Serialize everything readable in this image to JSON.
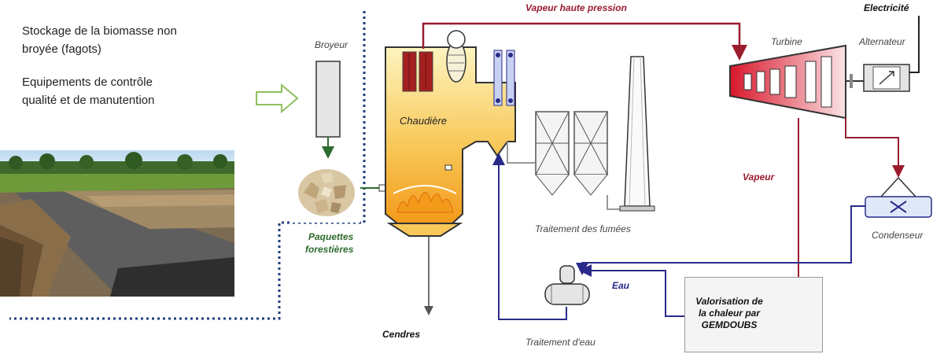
{
  "intro": {
    "line1": "Stockage de la biomasse non",
    "line2": "broyée (fagots)",
    "line3": "Equipements de contrôle",
    "line4": "qualité et de manutention"
  },
  "labels": {
    "broyeur": "Broyeur",
    "chaudiere": "Chaudière",
    "paquettes_1": "Paquettes",
    "paquettes_2": "forestières",
    "vapeur_haute_pression": "Vapeur haute pression",
    "electricite": "Electricité",
    "turbine": "Turbine",
    "alternateur": "Alternateur",
    "vapeur": "Vapeur",
    "condenseur": "Condenseur",
    "traitement_fumees": "Traitement des fumées",
    "eau": "Eau",
    "cendres": "Cendres",
    "traitement_eau": "Traitement d'eau",
    "valorisation_1": "Valorisation de",
    "valorisation_2": "la chaleur par",
    "valorisation_3": "GEMDOUBS"
  },
  "colors": {
    "steam": "#9b1c2e",
    "water": "#2a2a8a",
    "feed": "#2e6b2e",
    "boundary": "#1f3f7a",
    "arrow": "#8fbf5f",
    "boiler_flame": "#f39a1a"
  }
}
